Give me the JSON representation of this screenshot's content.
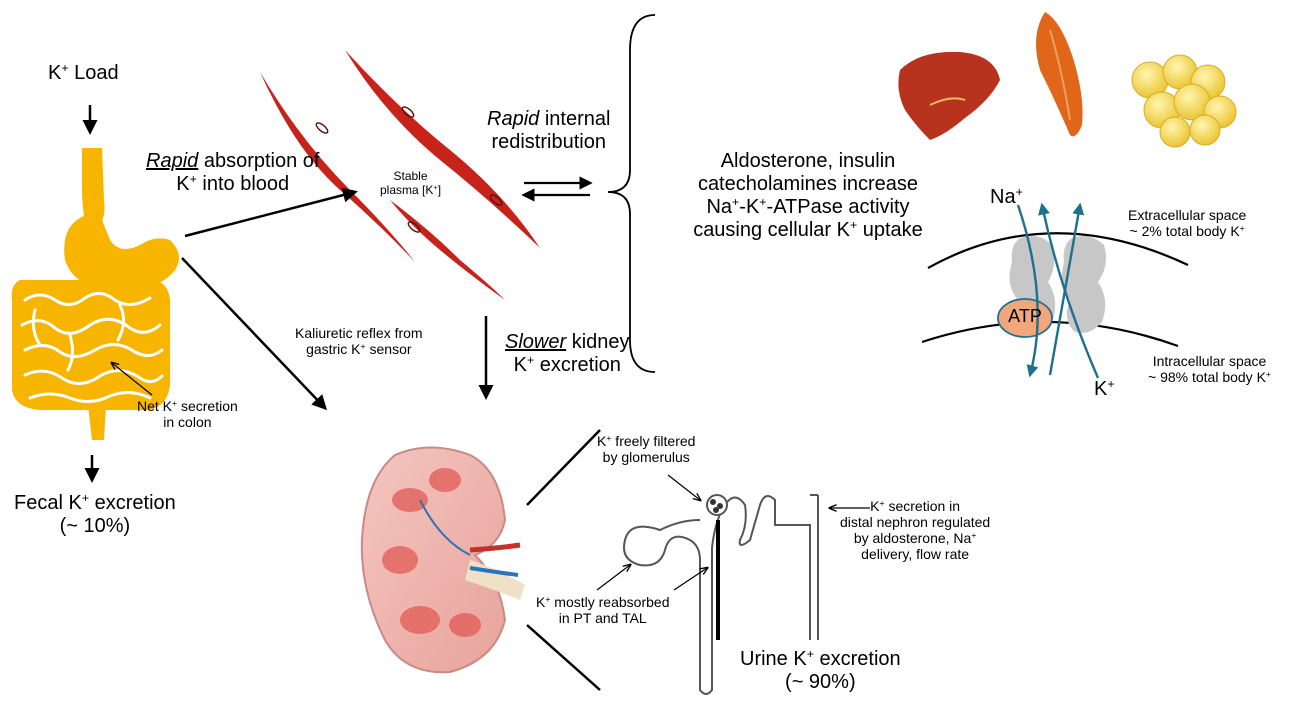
{
  "colors": {
    "stomach": "#f7b500",
    "muscle": "#c8231b",
    "pump": "#c7c7c7",
    "atp": "#f2a77b",
    "ion_arrow": "#1f6f8f",
    "liver": "#b8331e",
    "fat": "#f5d84a"
  },
  "labels": {
    "load_prefix": "K",
    "load_sup": "+",
    "load_suffix": " Load",
    "abs_rapid": "Rapid",
    "abs_line1_rest": " absorption of",
    "abs_line2_k": "K",
    "abs_line2_sup": "+",
    "abs_line2_rest": " into blood",
    "plasma_line1": "Stable",
    "plasma_line2_pre": "plasma [K",
    "plasma_line2_sup": "+",
    "plasma_line2_post": "]",
    "redist_rapid": "Rapid",
    "redist_line1_rest": " internal",
    "redist_line2": "redistribution",
    "hormone_line1": "Aldosterone, insulin",
    "hormone_line2": "catecholamines increase",
    "hormone_line3_na": "Na",
    "hormone_line3_k": "-K",
    "hormone_line3_rest": "-ATPase activity",
    "hormone_line4_pre": "causing cellular K",
    "hormone_line4_post": " uptake",
    "plus": "+",
    "na_ion": "Na",
    "k_ion": "K",
    "extra_line1": "Extracellular space",
    "extra_line2_pre": "~ 2% total body K",
    "intra_line1": "Intracellular space",
    "intra_line2_pre": "~ 98% total body K",
    "atp": "ATP",
    "kaliuretic_line1": "Kaliuretic reflex from",
    "kaliuretic_line2_pre": "gastric K",
    "kaliuretic_line2_post": " sensor",
    "slower": "Slower",
    "kidney_line1_rest": " kidney",
    "kidney_line2_pre": "K",
    "kidney_line2_post": " excretion",
    "colon_line1_pre": "Net K",
    "colon_line1_post": " secretion",
    "colon_line2": "in colon",
    "fecal_line1_pre": "Fecal K",
    "fecal_line1_post": " excretion",
    "fecal_line2": "(~ 10%)",
    "glom_line1_pre": "K",
    "glom_line1_post": " freely filtered",
    "glom_line2": "by glomerulus",
    "reabs_line1_pre": "K",
    "reabs_line1_post": " mostly reabsorbed",
    "reabs_line2": "in PT and TAL",
    "distal_line1_pre": "K",
    "distal_line1_post": " secretion in",
    "distal_line2": "distal nephron regulated",
    "distal_line3_pre": "by aldosterone, Na",
    "distal_line4": "delivery, flow rate",
    "urine_line1_pre": "Urine K",
    "urine_line1_post": " excretion",
    "urine_line2": "(~ 90%)"
  }
}
